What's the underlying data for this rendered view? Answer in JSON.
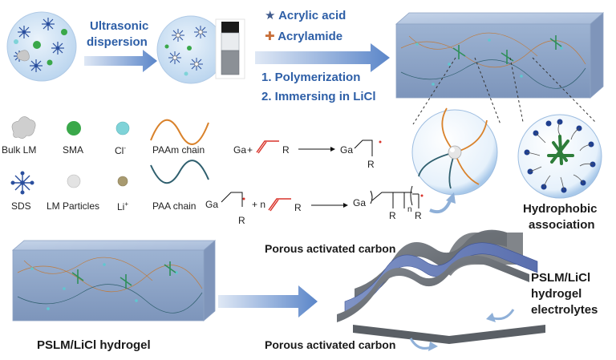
{
  "process": {
    "step1_line1": "Ultrasonic",
    "step1_line2": "dispersion",
    "monomer1": "Acrylic acid",
    "monomer2": "Acrylamide",
    "step2": "1. Polymerization",
    "step3": "2. Immersing in LiCl"
  },
  "legend": {
    "bulk_lm": "Bulk LM",
    "sma": "SMA",
    "cl": "Cl",
    "cl_sup": "-",
    "paam_chain": "PAAm chain",
    "sds": "SDS",
    "lm_particles": "LM Particles",
    "li": "Li",
    "li_sup": "+",
    "paa_chain": "PAA chain"
  },
  "reactions": {
    "r1_ga_left": "Ga",
    "r1_plus": "+",
    "r1_r_left": "R",
    "r1_ga_right": "Ga",
    "r1_r_right": "R",
    "r2_ga_left": "Ga",
    "r2_r_left": "R",
    "r2_plus_n": "+ n",
    "r2_r_mid": "R",
    "r2_ga_right": "Ga",
    "r2_r_a": "R",
    "r2_r_b": "R",
    "r2_n": "n"
  },
  "labels": {
    "hydrophobic_1": "Hydrophobic",
    "hydrophobic_2": "association",
    "carbon_top": "Porous activated carbon",
    "carbon_bottom": "Porous activated carbon",
    "electrolyte_1": "PSLM/LiCl",
    "electrolyte_2": "hydrogel",
    "electrolyte_3": "electrolytes",
    "hydrogel_caption": "PSLM/LiCl hydrogel"
  },
  "colors": {
    "accent_blue": "#2e5fa7",
    "arrow_blue": "#5b86c9",
    "gel_blue": "#8fa9cc",
    "paam_orange": "#d9822b",
    "paa_teal": "#2f5f6e",
    "sma_green": "#3aa84a",
    "cl_cyan": "#7fd3d8",
    "li_tan": "#a89a70",
    "sds_blue": "#2a4f9e",
    "monomer_red": "#d9342b"
  },
  "icons": {
    "monomer1": "star-icon",
    "monomer2": "cross-icon"
  }
}
